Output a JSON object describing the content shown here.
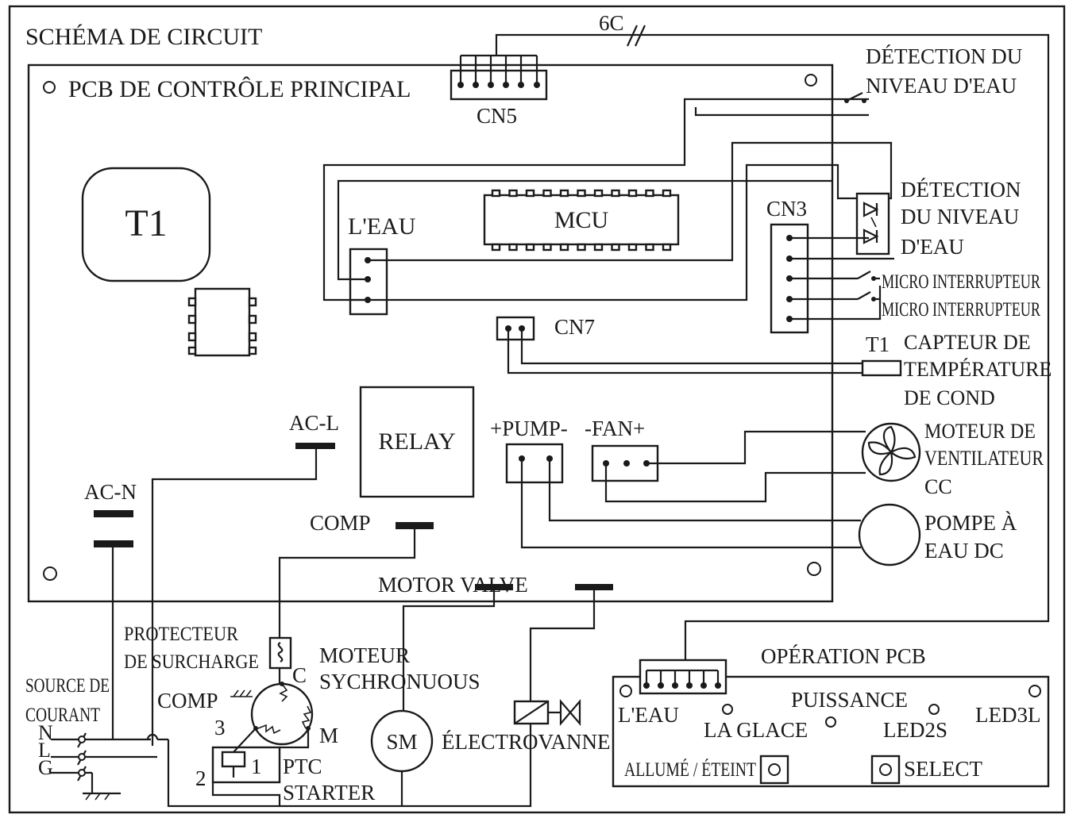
{
  "title": "SCHÉMA DE CIRCUIT",
  "main_pcb": "PCB DE CONTRÔLE PRINCIPAL",
  "cable_6c": "6C",
  "connectors": {
    "cn5": "CN5",
    "cn3": "CN3",
    "cn7": "CN7",
    "water": "L'EAU",
    "pump": "+PUMP-",
    "fan": "-FAN+"
  },
  "components": {
    "t1": "T1",
    "mcu": "MCU",
    "relay": "RELAY",
    "ac_l": "AC-L",
    "ac_n": "AC-N",
    "comp": "COMP",
    "motor_valve": "MOTOR VALVE"
  },
  "sensors": {
    "level1_a": "DÉTECTION DU",
    "level1_b": "NIVEAU D'EAU",
    "level2_a": "DÉTECTION",
    "level2_b": "DU NIVEAU",
    "level2_c": "D'EAU",
    "micro1": "MICRO INTERRUPTEUR",
    "micro2": "MICRO INTERRUPTEUR",
    "t1_tag": "T1",
    "temp_a": "CAPTEUR DE",
    "temp_b": "TEMPÉRATURE",
    "temp_c": "DE COND",
    "fan_a": "MOTEUR DE",
    "fan_b": "VENTILATEUR",
    "fan_c": "CC",
    "pump_a": "POMPE À",
    "pump_b": "EAU DC"
  },
  "lower": {
    "overload_a": "PROTECTEUR",
    "overload_b": "DE SURCHARGE",
    "sync_a": "MOTEUR",
    "sync_b": "SYCHRONUOUS",
    "source_a": "SOURCE DE",
    "source_b": "COURANT",
    "n": "N",
    "l": "L",
    "g": "G",
    "comp": "COMP",
    "c": "C",
    "m": "M",
    "three": "3",
    "two": "2",
    "one": "1",
    "ptc_a": "PTC",
    "ptc_b": "STARTER",
    "sm": "SM",
    "valve": "ÉLECTROVANNE"
  },
  "op_pcb": {
    "title": "OPÉRATION PCB",
    "water": "L'EAU",
    "ice": "LA GLACE",
    "power": "PUISSANCE",
    "led2s": "LED2S",
    "led3l": "LED3L",
    "onoff": "ALLUMÉ / ÉTEINT",
    "select": "SELECT"
  }
}
